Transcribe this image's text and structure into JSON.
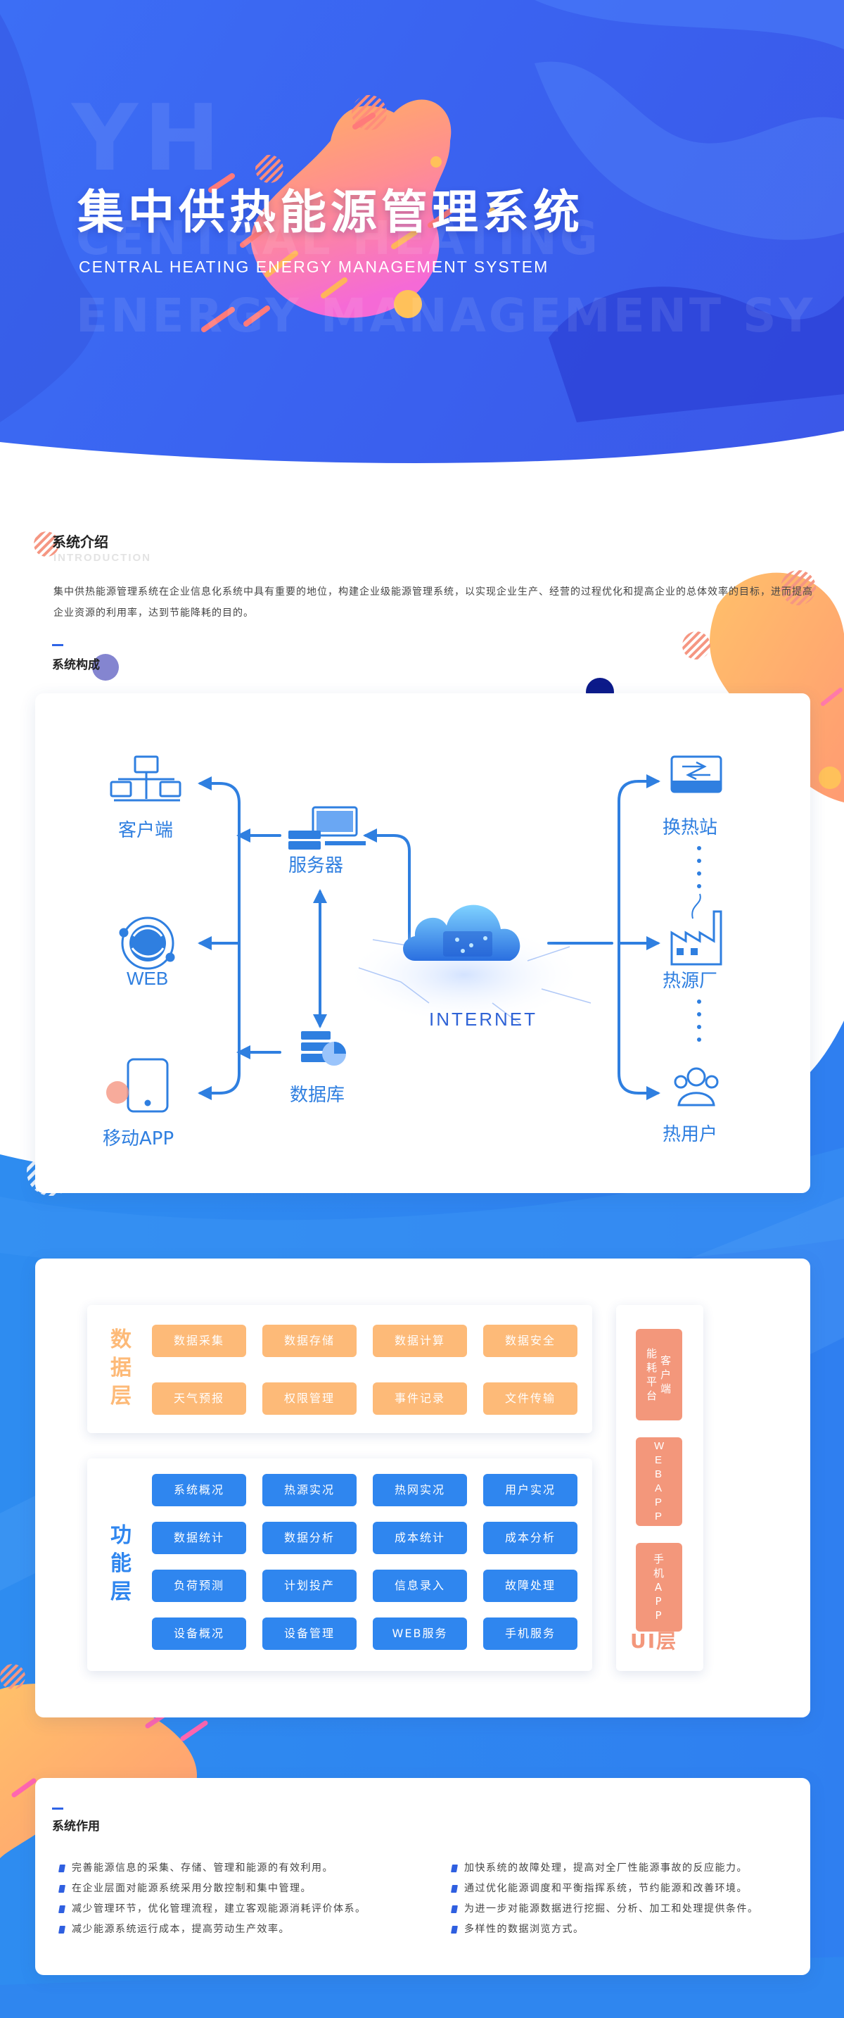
{
  "hero": {
    "watermark_letters": "YH",
    "watermark_line1": "CENTRAL HEATING",
    "watermark_line2": "ENERGY MANAGEMENT SY",
    "title": "集中供热能源管理系统",
    "subtitle": "CENTRAL HEATING ENERGY MANAGEMENT SYSTEM"
  },
  "intro": {
    "title": "系统介绍",
    "title_en": "INTRODUCTION",
    "body": "集中供热能源管理系统在企业信息化系统中具有重要的地位，构建企业级能源管理系统，以实现企业生产、经营的过程优化和提高企业的总体效率的目标，进而提高企业资源的利用率，达到节能降耗的目的。"
  },
  "architecture": {
    "title": "系统构成",
    "client": "客户端",
    "web": "WEB",
    "mobile": "移动APP",
    "server": "服务器",
    "database": "数据库",
    "internet": "INTERNET",
    "station": "换热站",
    "plant": "热源厂",
    "user": "热用户"
  },
  "layers": {
    "data_title": "数据层",
    "data_items": [
      "数据采集",
      "数据存储",
      "数据计算",
      "数据安全",
      "天气预报",
      "权限管理",
      "事件记录",
      "文件传输"
    ],
    "func_title": "功能层",
    "func_items": [
      "系统概况",
      "热源实况",
      "热网实况",
      "用户实况",
      "数据统计",
      "数据分析",
      "成本统计",
      "成本分析",
      "负荷预测",
      "计划投产",
      "信息录入",
      "故障处理",
      "设备概况",
      "设备管理",
      "WEB服务",
      "手机服务"
    ],
    "ui_title": "UI层",
    "ui_items": [
      "能耗平台",
      "客户端",
      "WEBAPP",
      "手机APP"
    ]
  },
  "roles": {
    "title": "系统作用",
    "left": [
      "完善能源信息的采集、存储、管理和能源的有效利用。",
      "在企业层面对能源系统采用分散控制和集中管理。",
      "减少管理环节，优化管理流程，建立客观能源消耗评价体系。",
      "减少能源系统运行成本，提高劳动生产效率。"
    ],
    "right": [
      "加快系统的故障处理，提高对全厂性能源事故的反应能力。",
      "通过优化能源调度和平衡指挥系统，节约能源和改善环境。",
      "为进一步对能源数据进行挖掘、分析、加工和处理提供条件。",
      "多样性的数据浏览方式。"
    ]
  },
  "colors": {
    "primary_blue": "#3b63f0",
    "accent_blue": "#2f86ef",
    "orange": "#fdba78",
    "salmon": "#f3977b",
    "navy": "#0c1a8a"
  }
}
